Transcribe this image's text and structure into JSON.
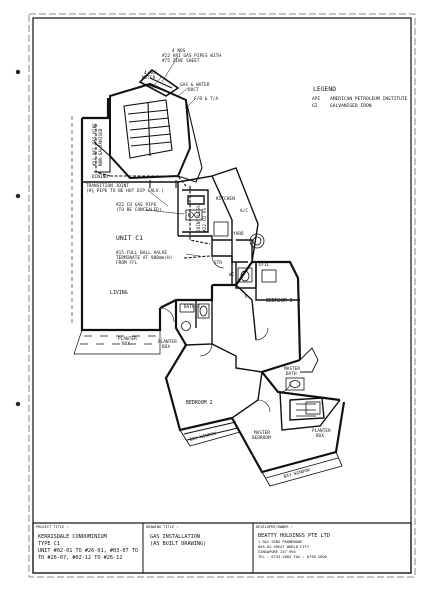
{
  "legend": {
    "title": "LEGEND",
    "entries": [
      {
        "abbr": "API",
        "meaning": "AMERICAN PETROLEUM INSTITUTE"
      },
      {
        "abbr": "GI",
        "meaning": "GALVANISED IRON"
      }
    ]
  },
  "annotations": {
    "gas_pipes_line1": "4 NOS",
    "gas_pipes_line2": "#22 API GAS PIPES WITH",
    "gas_pipes_line3": "#75 ZINC SHEET",
    "meter_line1": "4 NOS",
    "meter_line2": "METER",
    "duct_line1": "GAS & WATER",
    "duct_line2": "DUCT",
    "fb_ta": "F/B & T/A",
    "riser_line1": "#22 API GAS PIPE",
    "riser_line2": "NON-GALVANISED",
    "dining": "DINING",
    "transition_line1": "TRANSITION JOINT",
    "transition_line2": "(#¾ PIPE TO BE HOT DIP GALV.)",
    "cu_line1": "#22 CU GAS PIPE",
    "cu_line2": "(TO BE CONCEALED)",
    "kitchen": "KITCHEN",
    "vertical_line1": "JOINT/LESS",
    "vertical_line2": "#22 CU AS",
    "ac": "A/C",
    "yard": "YARD",
    "unit": "UNIT C1",
    "valve_line1": "#15 FULL BALL VALVE",
    "valve_line2": "TERMINATE AT 900mm(H)",
    "valve_line3": "FROM FFL",
    "str": "STR",
    "wc": "WC",
    "util": "UTIL",
    "living": "LIVING",
    "bath2": "BATH 2",
    "bedroom3": "BEDROOM 3",
    "planter_box": "PLANTER",
    "box": "BOX",
    "master_bath_line1": "MASTER",
    "master_bath_line2": "BATH",
    "bedroom2": "BEDROOM 2",
    "master_bedroom_line1": "MASTER",
    "master_bedroom_line2": "BEDROOM",
    "bay_window": "BAY WINDOW"
  },
  "title_block": {
    "project_label": "PROJECT TITLE :",
    "project_lines": [
      "KERRISDALE CONDOMINIUM",
      "TYPE C1",
      "UNIT #02-01 TO #26-01, #03-07 TO",
      "TO #26-07, #02-12 TO #26-12"
    ],
    "drawing_label": "DRAWING TITLE :",
    "drawing_lines": [
      "GAS INSTALLATION",
      "(AS BUILT DRAWING)"
    ],
    "developer_label": "DEVELOPER/OWNER :",
    "developer_name": "BEATTY HOLDINGS PTE LTD",
    "developer_address": [
      "1 RAI SENG PROMENADE",
      "#05-02 GREAT WORLD CITY",
      "SINGAPORE 237 994",
      "TEL : 6733 2882     FAX : 6738 2800"
    ]
  }
}
